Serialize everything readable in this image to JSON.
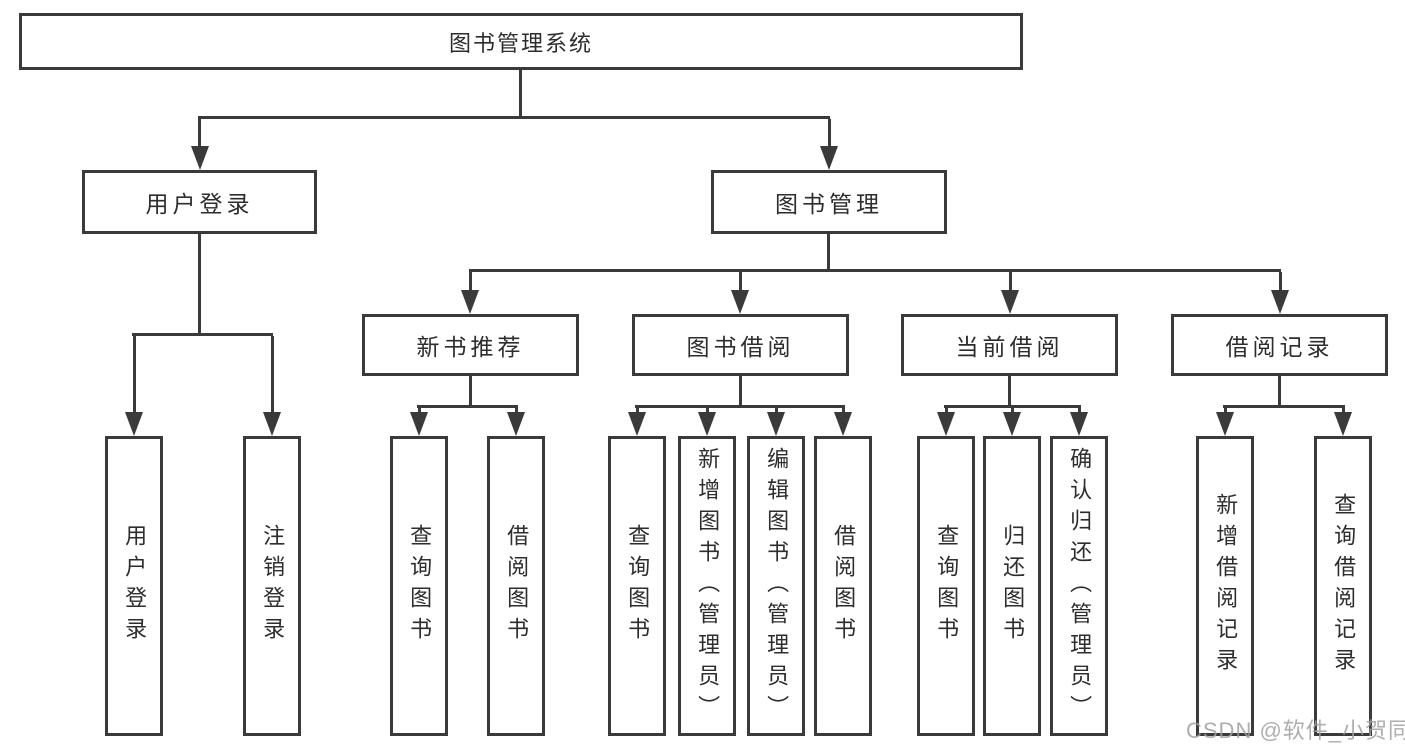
{
  "watermark": "CSDN @软件_小贺同学",
  "colors": {
    "line": "#3a3a3a",
    "text": "#2d2d2d",
    "watermark": "#a0a0a0"
  },
  "icons": {
    "arrow": "arrow-down-icon"
  },
  "tree": {
    "label": "图书管理系统",
    "children": [
      {
        "label": "用户登录",
        "children": [
          {
            "label": "用户登录"
          },
          {
            "label": "注销登录"
          }
        ]
      },
      {
        "label": "图书管理",
        "children": [
          {
            "label": "新书推荐",
            "children": [
              {
                "label": "查询图书"
              },
              {
                "label": "借阅图书"
              }
            ]
          },
          {
            "label": "图书借阅",
            "children": [
              {
                "label": "查询图书"
              },
              {
                "label": "新增图书（管理员）"
              },
              {
                "label": "编辑图书（管理员）"
              },
              {
                "label": "借阅图书"
              }
            ]
          },
          {
            "label": "当前借阅",
            "children": [
              {
                "label": "查询图书"
              },
              {
                "label": "归还图书"
              },
              {
                "label": "确认归还（管理员）"
              }
            ]
          },
          {
            "label": "借阅记录",
            "children": [
              {
                "label": "新增借阅记录"
              },
              {
                "label": "查询借阅记录"
              }
            ]
          }
        ]
      }
    ]
  }
}
